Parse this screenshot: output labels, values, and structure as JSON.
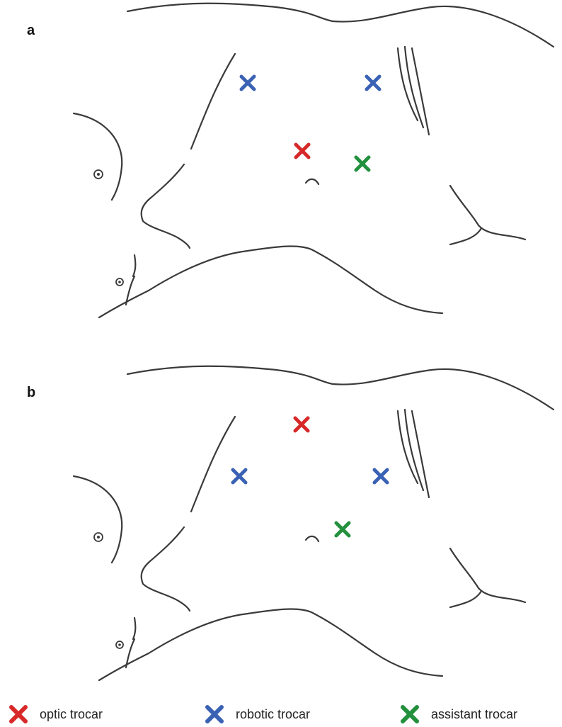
{
  "panels": [
    {
      "label": "a",
      "markers": [
        {
          "type": "robotic",
          "pos": [
            350,
            117
          ]
        },
        {
          "type": "robotic",
          "pos": [
            527,
            117
          ]
        },
        {
          "type": "optic",
          "pos": [
            427,
            213
          ]
        },
        {
          "type": "assistant",
          "pos": [
            512,
            231
          ]
        }
      ]
    },
    {
      "label": "b",
      "markers": [
        {
          "type": "optic",
          "pos": [
            426,
            87
          ]
        },
        {
          "type": "robotic",
          "pos": [
            338,
            160
          ]
        },
        {
          "type": "robotic",
          "pos": [
            538,
            160
          ]
        },
        {
          "type": "assistant",
          "pos": [
            484,
            235
          ]
        }
      ]
    }
  ],
  "legend": [
    {
      "type": "optic",
      "label": "optic trocar"
    },
    {
      "type": "robotic",
      "label": "robotic trocar"
    },
    {
      "type": "assistant",
      "label": "assistant trocar"
    }
  ],
  "colors": {
    "optic": "#d7282a",
    "robotic": "#3a62b4",
    "assistant": "#23903e",
    "outline": "#3a3a3a"
  },
  "icons": {
    "optic": "red-cross-icon",
    "robotic": "blue-cross-icon",
    "assistant": "green-cross-icon"
  }
}
